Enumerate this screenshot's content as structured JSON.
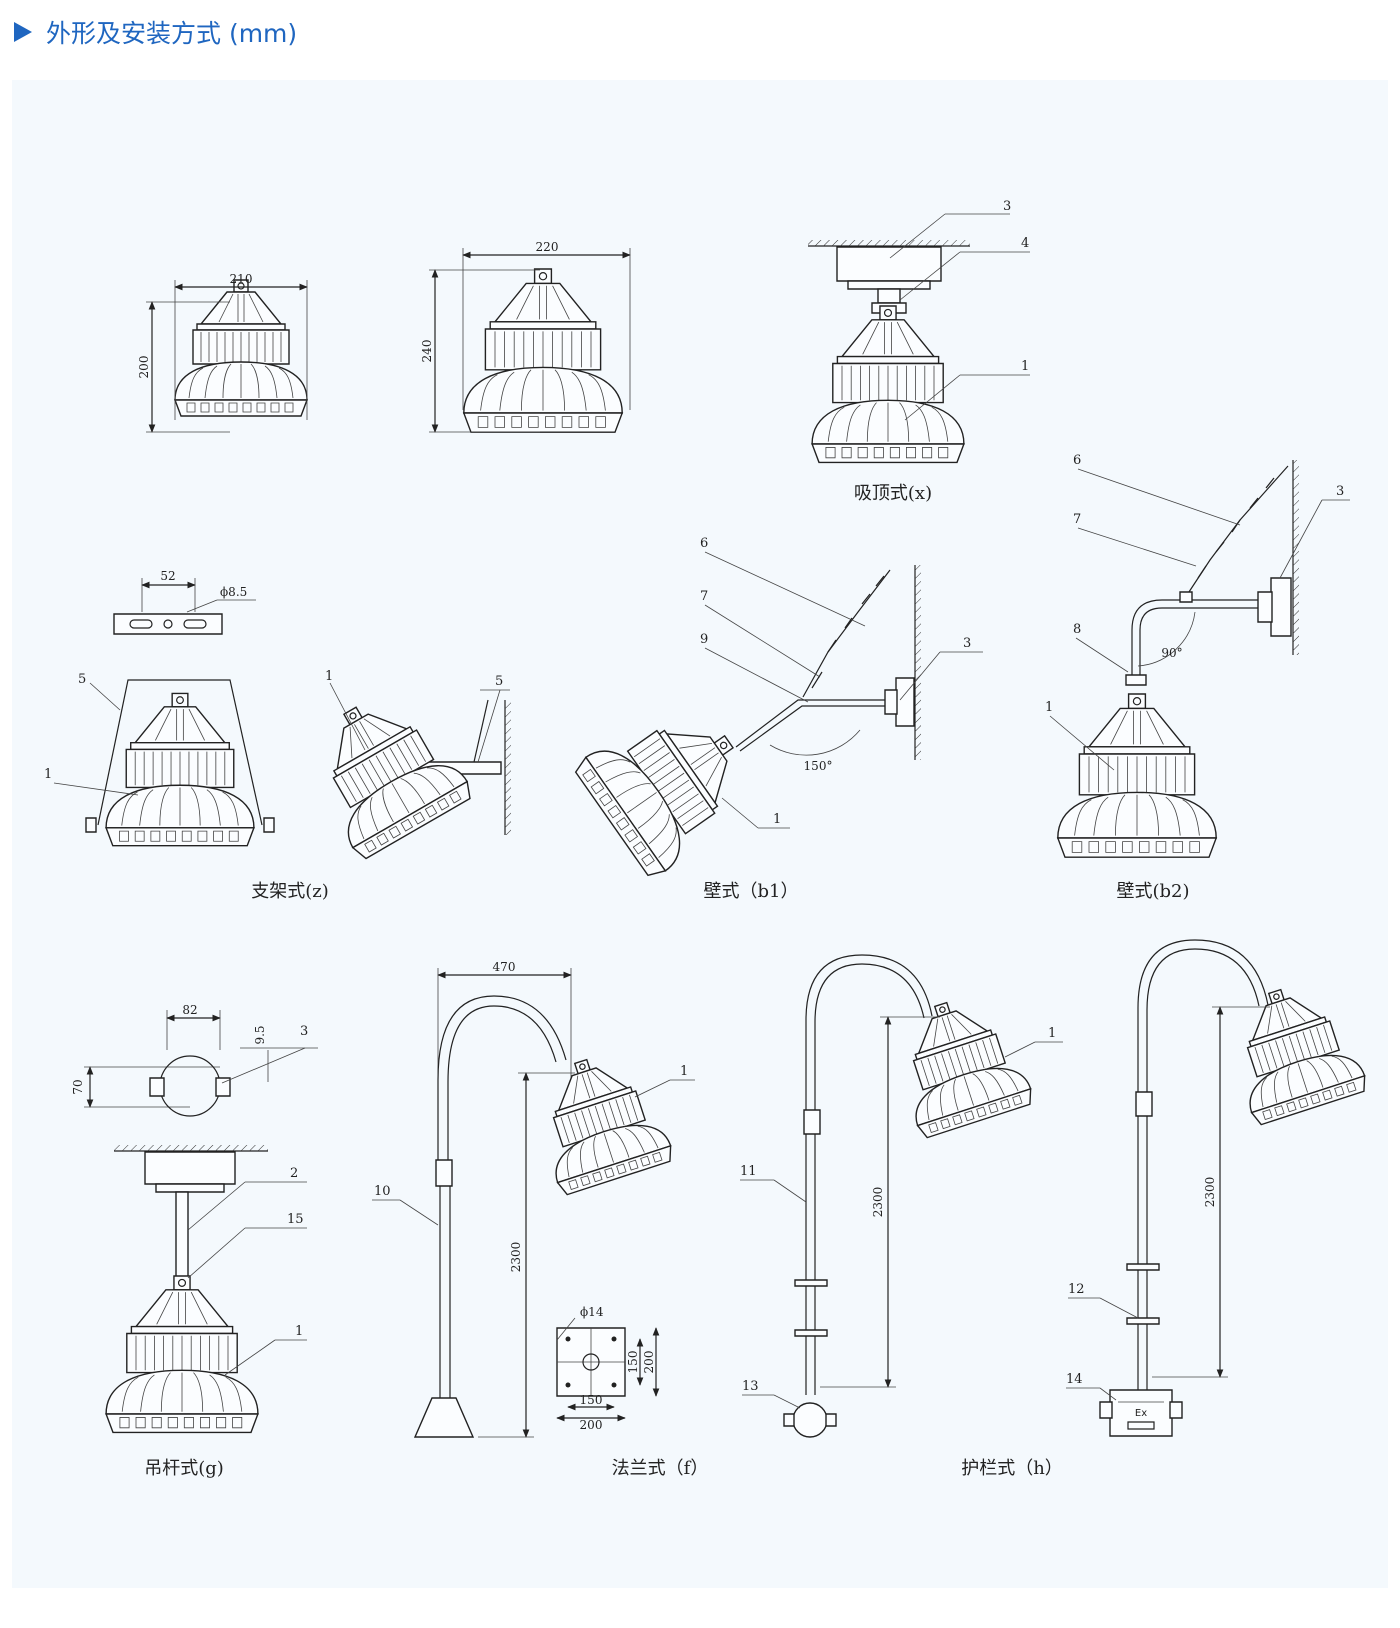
{
  "header": {
    "icon": "play-triangle-icon",
    "accent_color": "#1f66c0",
    "title": "外形及安装方式 (mm)"
  },
  "panel_color": "#f4f9fd",
  "dimensions": {
    "w1": "210",
    "h1": "200",
    "w2": "220",
    "h2": "240",
    "slot_spacing": "52",
    "hole_dia": "ϕ8.5",
    "bracket_w": "82",
    "bracket_t": "9.5",
    "bracket_h": "70",
    "flange_arm": "470",
    "pole_h": "2300",
    "flange_hole": "ϕ14",
    "flange_in": "150",
    "flange_out": "200",
    "guard_h1": "2300",
    "guard_h2": "2300",
    "angle_b1": "150°",
    "angle_b2": "90°"
  },
  "callouts": {
    "x_3": "3",
    "x_4": "4",
    "x_1": "1",
    "z_5": "5",
    "z_1": "1",
    "zs_1": "1",
    "zs_5": "5",
    "b1_6": "6",
    "b1_7": "7",
    "b1_9": "9",
    "b1_3": "3",
    "b1_1": "1",
    "b2_6": "6",
    "b2_7": "7",
    "b2_3": "3",
    "b2_8": "8",
    "b2_1": "1",
    "g_3": "3",
    "g_2": "2",
    "g_15": "15",
    "g_1": "1",
    "f_1": "1",
    "f_10": "10",
    "h_1": "1",
    "h_11": "11",
    "h_13": "13",
    "h_12": "12",
    "h_14": "14"
  },
  "ex_box_text": "Ex",
  "captions": {
    "x": "吸顶式(x)",
    "z": "支架式(z)",
    "b1": "壁式（b1）",
    "b2": "壁式(b2)",
    "g": "吊杆式(g)",
    "f": "法兰式（f）",
    "h": "护栏式（h）"
  }
}
